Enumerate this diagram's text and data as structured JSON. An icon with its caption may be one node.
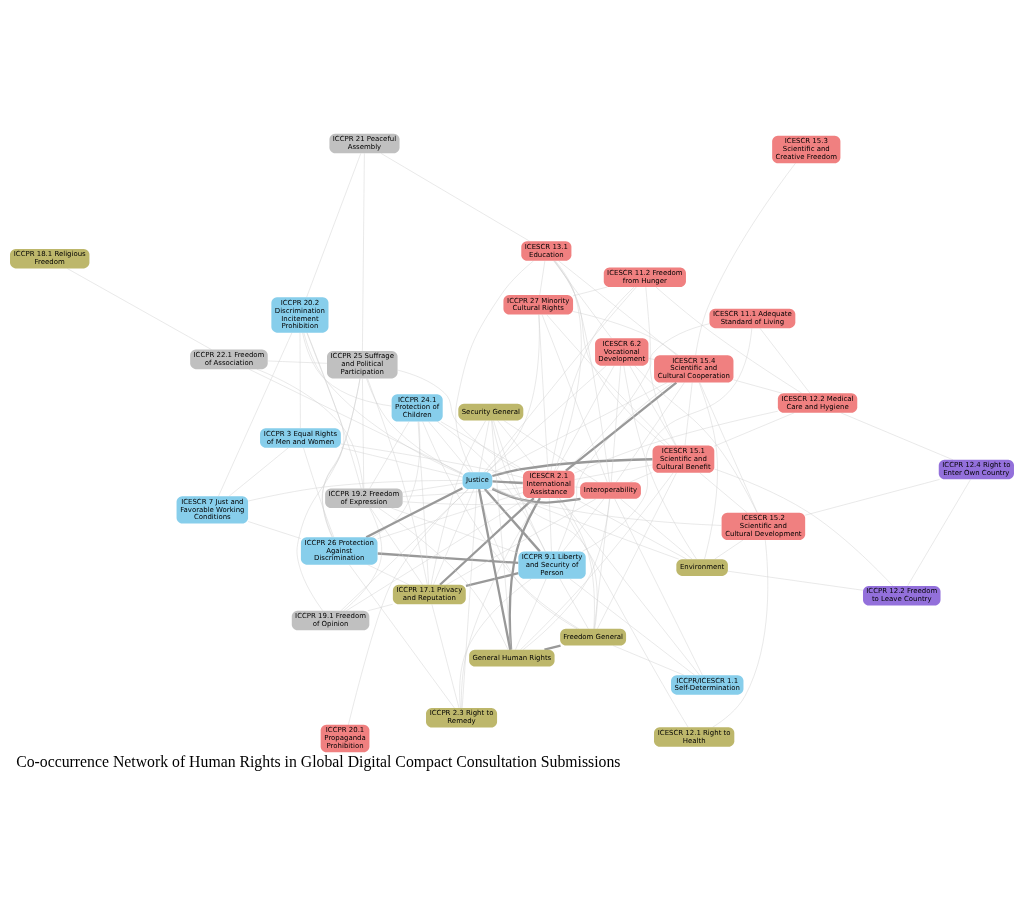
{
  "diagram": {
    "title": "Co-occurrence Network of Human Rights in Global Digital Compact Consultation Submissions",
    "nodes": [
      {
        "text": [
          "ICESCR 11.1 Adequate Standard of Living"
        ]
      },
      {
        "text": [
          "ICCPR/ICESCR 1.1 Self-Determination"
        ]
      },
      {
        "text": [
          "ICCPR 12.4 Right to Enter Own Country"
        ]
      },
      {
        "text": [
          "Security General"
        ]
      },
      {
        "text": [
          "ICCPR 9.1 Liberty and Security of Person"
        ]
      },
      {
        "text": [
          "Freedom General"
        ]
      },
      {
        "text": [
          "ICESCR 12.2 Medical Care and Hygiene"
        ]
      },
      {
        "text": [
          "ICCPR 2.3 Right to Remedy"
        ]
      },
      {
        "text": [
          "ICCPR 12.2 Freedom to Leave Country"
        ]
      },
      {
        "text": [
          "ICESCR 11.2 Freedom from Hunger"
        ]
      },
      {
        "text": [
          "ICCPR 24.1 Protection of Children"
        ]
      },
      {
        "text": [
          "ICESCR 15.1 Scientific and Cultural Benefit"
        ]
      },
      {
        "text": [
          "ICESCR 2.1 International Assistance"
        ]
      },
      {
        "text": [
          "ICCPR 19.1 Freedom of Opinion"
        ]
      },
      {
        "text": [
          "ICESCR 6.2 Vocational Development"
        ]
      },
      {
        "text": [
          "ICCPR 25 Suffrage and Political Participation"
        ]
      },
      {
        "text": [
          "ICESCR 12.1 Right to Health"
        ]
      },
      {
        "text": [
          "ICCPR 19.2 Freedom of Expression"
        ]
      },
      {
        "text": [
          "General Human Rights"
        ]
      },
      {
        "text": [
          "Interoperability"
        ]
      },
      {
        "text": [
          "ICCPR 17.1 Privacy and Reputation"
        ]
      },
      {
        "text": [
          "ICESCR 15.2 Scientific and Cultural Development"
        ]
      },
      {
        "text": [
          "Environment"
        ]
      },
      {
        "text": [
          "ICCPR 26 Protection Against Discrimination"
        ]
      },
      {
        "text": [
          "ICCPR 27 Minority Cultural Rights"
        ]
      },
      {
        "text": [
          "ICCPR 22.1 Freedom of Association"
        ]
      },
      {
        "text": [
          "Justice"
        ]
      },
      {
        "text": [
          "ICCPR 20.2 Discrimination Incitement Prohibition"
        ]
      },
      {
        "text": [
          "ICESCR 15.4 Scientific and Cultural Cooperation"
        ]
      },
      {
        "text": [
          "ICESCR 7 Just and Favorable Working Conditions"
        ]
      },
      {
        "text": [
          "ICCPR 18.1 Religious Freedom"
        ]
      },
      {
        "text": [
          "ICCPR 21 Peaceful Assembly"
        ]
      },
      {
        "text": [
          "ICESCR 13.1 Education"
        ]
      },
      {
        "text": [
          "ICCPR 3 Equal Rights of Men and Women"
        ]
      },
      {
        "text": [
          "ICCPR 20.1 Propaganda Prohibition"
        ]
      },
      {
        "text": [
          "ICESCR 15.3 Scientific and Creative Freedom"
        ]
      }
    ],
    "edges": [
      {
        "from": 12,
        "to": 26,
        "arrow": "none",
        "style": "thick",
        "color": "#999999"
      },
      {
        "from": 12,
        "to": 28,
        "arrow": "none",
        "style": "thick",
        "color": "#999999"
      },
      {
        "from": 23,
        "to": 26,
        "arrow": "none",
        "style": "thick",
        "color": "#999999"
      },
      {
        "from": 18,
        "to": 26,
        "arrow": "none",
        "style": "thick",
        "color": "#999999"
      },
      {
        "from": 12,
        "to": 18,
        "arrow": "none",
        "style": "thick",
        "color": "#999999"
      },
      {
        "from": 4,
        "to": 26,
        "arrow": "none",
        "style": "thick",
        "color": "#999999"
      },
      {
        "from": 11,
        "to": 26,
        "arrow": "none",
        "style": "thick",
        "color": "#999999"
      },
      {
        "from": 19,
        "to": 26,
        "arrow": "none",
        "style": "thick",
        "color": "#999999"
      },
      {
        "from": 12,
        "to": 20,
        "arrow": "none",
        "style": "thick",
        "color": "#999999"
      },
      {
        "from": 5,
        "to": 18,
        "arrow": "none",
        "style": "thick",
        "color": "#999999"
      },
      {
        "from": 4,
        "to": 23,
        "arrow": "none",
        "style": "thick",
        "color": "#999999"
      },
      {
        "from": 4,
        "to": 20,
        "arrow": "none",
        "style": "thick",
        "color": "#999999"
      },
      {
        "from": 0,
        "to": 4,
        "arrow": "none"
      },
      {
        "from": 0,
        "to": 12,
        "arrow": "none"
      },
      {
        "from": 0,
        "to": 6,
        "arrow": "none"
      },
      {
        "from": 1,
        "to": 4,
        "arrow": "none"
      },
      {
        "from": 1,
        "to": 5,
        "arrow": "none"
      },
      {
        "from": 1,
        "to": 12,
        "arrow": "none"
      },
      {
        "from": 1,
        "to": 19,
        "arrow": "none"
      },
      {
        "from": 2,
        "to": 8,
        "arrow": "none"
      },
      {
        "from": 2,
        "to": 6,
        "arrow": "none"
      },
      {
        "from": 2,
        "to": 21,
        "arrow": "none"
      },
      {
        "from": 8,
        "to": 11,
        "arrow": "none"
      },
      {
        "from": 8,
        "to": 22,
        "arrow": "none"
      },
      {
        "from": 6,
        "to": 9,
        "arrow": "none"
      },
      {
        "from": 6,
        "to": 12,
        "arrow": "none"
      },
      {
        "from": 6,
        "to": 11,
        "arrow": "none"
      },
      {
        "from": 6,
        "to": 28,
        "arrow": "none"
      },
      {
        "from": 9,
        "to": 11,
        "arrow": "none"
      },
      {
        "from": 9,
        "to": 12,
        "arrow": "none"
      },
      {
        "from": 9,
        "to": 24,
        "arrow": "none"
      },
      {
        "from": 9,
        "to": 26,
        "arrow": "none"
      },
      {
        "from": 16,
        "to": 21,
        "arrow": "none"
      },
      {
        "from": 16,
        "to": 12,
        "arrow": "none"
      },
      {
        "from": 21,
        "to": 14,
        "arrow": "none"
      },
      {
        "from": 21,
        "to": 22,
        "arrow": "none"
      },
      {
        "from": 21,
        "to": 28,
        "arrow": "none"
      },
      {
        "from": 21,
        "to": 26,
        "arrow": "none"
      },
      {
        "from": 21,
        "to": 11,
        "arrow": "none"
      },
      {
        "from": 22,
        "to": 19,
        "arrow": "none"
      },
      {
        "from": 22,
        "to": 26,
        "arrow": "none"
      },
      {
        "from": 22,
        "to": 14,
        "arrow": "none"
      },
      {
        "from": 22,
        "to": 12,
        "arrow": "none"
      },
      {
        "from": 22,
        "to": 28,
        "arrow": "none"
      },
      {
        "from": 14,
        "to": 12,
        "arrow": "none"
      },
      {
        "from": 14,
        "to": 11,
        "arrow": "none"
      },
      {
        "from": 14,
        "to": 19,
        "arrow": "none"
      },
      {
        "from": 14,
        "to": 26,
        "arrow": "none"
      },
      {
        "from": 14,
        "to": 28,
        "arrow": "none"
      },
      {
        "from": 14,
        "to": 32,
        "arrow": "none"
      },
      {
        "from": 30,
        "to": 25,
        "arrow": "none"
      },
      {
        "from": 31,
        "to": 15,
        "arrow": "none"
      },
      {
        "from": 31,
        "to": 27,
        "arrow": "none"
      },
      {
        "from": 31,
        "to": 32,
        "arrow": "none"
      },
      {
        "from": 34,
        "to": 26,
        "arrow": "none"
      },
      {
        "from": 35,
        "to": 28,
        "arrow": "none"
      },
      {
        "from": 25,
        "to": 17,
        "arrow": "none"
      },
      {
        "from": 25,
        "to": 15,
        "arrow": "none"
      },
      {
        "from": 25,
        "to": 26,
        "arrow": "none"
      },
      {
        "from": 15,
        "to": 17,
        "arrow": "none"
      },
      {
        "from": 15,
        "to": 20,
        "arrow": "none"
      },
      {
        "from": 15,
        "to": 13,
        "arrow": "none"
      },
      {
        "from": 15,
        "to": 12,
        "arrow": "none"
      },
      {
        "from": 15,
        "to": 26,
        "arrow": "none"
      },
      {
        "from": 15,
        "to": 23,
        "arrow": "none"
      },
      {
        "from": 13,
        "to": 12,
        "arrow": "none"
      },
      {
        "from": 13,
        "to": 17,
        "arrow": "none"
      },
      {
        "from": 13,
        "to": 20,
        "arrow": "none"
      },
      {
        "from": 13,
        "to": 26,
        "arrow": "none"
      },
      {
        "from": 7,
        "to": 4,
        "arrow": "none"
      },
      {
        "from": 7,
        "to": 26,
        "arrow": "none"
      },
      {
        "from": 7,
        "to": 20,
        "arrow": "none"
      },
      {
        "from": 7,
        "to": 12,
        "arrow": "none"
      },
      {
        "from": 7,
        "to": 23,
        "arrow": "none"
      },
      {
        "from": 29,
        "to": 26,
        "arrow": "none"
      },
      {
        "from": 29,
        "to": 23,
        "arrow": "none"
      },
      {
        "from": 29,
        "to": 27,
        "arrow": "none"
      },
      {
        "from": 29,
        "to": 33,
        "arrow": "none"
      },
      {
        "from": 33,
        "to": 26,
        "arrow": "none"
      },
      {
        "from": 33,
        "to": 23,
        "arrow": "none"
      },
      {
        "from": 33,
        "to": 27,
        "arrow": "none"
      },
      {
        "from": 33,
        "to": 12,
        "arrow": "none"
      },
      {
        "from": 27,
        "to": 23,
        "arrow": "none"
      },
      {
        "from": 27,
        "to": 26,
        "arrow": "none"
      },
      {
        "from": 27,
        "to": 17,
        "arrow": "none"
      },
      {
        "from": 27,
        "to": 10,
        "arrow": "none"
      },
      {
        "from": 32,
        "to": 26,
        "arrow": "none"
      },
      {
        "from": 32,
        "to": 28,
        "arrow": "none"
      },
      {
        "from": 32,
        "to": 12,
        "arrow": "none"
      },
      {
        "from": 32,
        "to": 11,
        "arrow": "none"
      },
      {
        "from": 32,
        "to": 19,
        "arrow": "none"
      },
      {
        "from": 32,
        "to": 24,
        "arrow": "none"
      },
      {
        "from": 24,
        "to": 26,
        "arrow": "none"
      },
      {
        "from": 24,
        "to": 11,
        "arrow": "none"
      },
      {
        "from": 24,
        "to": 12,
        "arrow": "none"
      },
      {
        "from": 24,
        "to": 19,
        "arrow": "none"
      },
      {
        "from": 24,
        "to": 28,
        "arrow": "none"
      },
      {
        "from": 28,
        "to": 26,
        "arrow": "none"
      },
      {
        "from": 28,
        "to": 11,
        "arrow": "none"
      },
      {
        "from": 28,
        "to": 19,
        "arrow": "none"
      },
      {
        "from": 19,
        "to": 11,
        "arrow": "none"
      },
      {
        "from": 19,
        "to": 12,
        "arrow": "none"
      },
      {
        "from": 19,
        "to": 18,
        "arrow": "none"
      },
      {
        "from": 19,
        "to": 17,
        "arrow": "none"
      },
      {
        "from": 19,
        "to": 20,
        "arrow": "none"
      },
      {
        "from": 18,
        "to": 4,
        "arrow": "none"
      },
      {
        "from": 18,
        "to": 3,
        "arrow": "none"
      },
      {
        "from": 18,
        "to": 17,
        "arrow": "none"
      },
      {
        "from": 18,
        "to": 11,
        "arrow": "none"
      },
      {
        "from": 17,
        "to": 12,
        "arrow": "none"
      },
      {
        "from": 17,
        "to": 26,
        "arrow": "none"
      },
      {
        "from": 17,
        "to": 10,
        "arrow": "none"
      },
      {
        "from": 17,
        "to": 20,
        "arrow": "none"
      },
      {
        "from": 17,
        "to": 4,
        "arrow": "none"
      },
      {
        "from": 20,
        "to": 26,
        "arrow": "none"
      },
      {
        "from": 20,
        "to": 23,
        "arrow": "none"
      },
      {
        "from": 20,
        "to": 10,
        "arrow": "none"
      },
      {
        "from": 23,
        "to": 10,
        "arrow": "none"
      },
      {
        "from": 23,
        "to": 12,
        "arrow": "none"
      },
      {
        "from": 10,
        "to": 4,
        "arrow": "none"
      },
      {
        "from": 10,
        "to": 26,
        "arrow": "none"
      },
      {
        "from": 10,
        "to": 12,
        "arrow": "none"
      },
      {
        "from": 10,
        "to": 5,
        "arrow": "none"
      },
      {
        "from": 3,
        "to": 4,
        "arrow": "none"
      },
      {
        "from": 3,
        "to": 5,
        "arrow": "none"
      },
      {
        "from": 3,
        "to": 26,
        "arrow": "none"
      },
      {
        "from": 3,
        "to": 12,
        "arrow": "none"
      },
      {
        "from": 3,
        "to": 19,
        "arrow": "none"
      },
      {
        "from": 3,
        "to": 20,
        "arrow": "none"
      },
      {
        "from": 5,
        "to": 4,
        "arrow": "none"
      },
      {
        "from": 5,
        "to": 12,
        "arrow": "none"
      },
      {
        "from": 5,
        "to": 26,
        "arrow": "none"
      },
      {
        "from": 5,
        "to": 11,
        "arrow": "none"
      },
      {
        "from": 5,
        "to": 19,
        "arrow": "none"
      },
      {
        "from": 4,
        "to": 12,
        "arrow": "none"
      },
      {
        "from": 4,
        "to": 19,
        "arrow": "none"
      },
      {
        "from": 4,
        "to": 28,
        "arrow": "none"
      },
      {
        "from": 11,
        "to": 12,
        "arrow": "none"
      }
    ]
  }
}
